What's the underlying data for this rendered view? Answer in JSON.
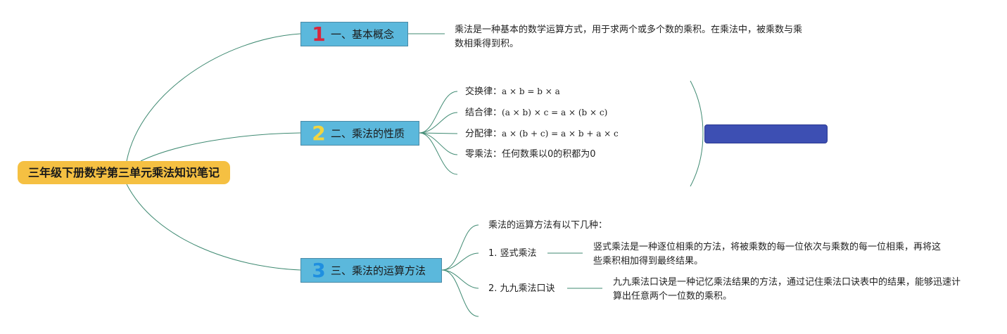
{
  "root": {
    "title": "三年级下册数学第三单元乘法知识笔记"
  },
  "branches": [
    {
      "number": "1",
      "number_color": "#d7263d",
      "label": "一、基本概念",
      "description": "乘法是一种基本的数学运算方式，用于求两个或多个数的乘积。在乘法中，被乘数与乘数相乘得到积。"
    },
    {
      "number": "2",
      "number_color": "#f2d541",
      "label": "二、乘法的性质",
      "items": [
        {
          "name": "交换律：",
          "formula": "a × b = b × a"
        },
        {
          "name": "结合律：",
          "formula": "(a × b) × c = a × (b × c)"
        },
        {
          "name": "分配律：",
          "formula": "a × (b + c) = a × b + a × c"
        },
        {
          "name": "零乘法：",
          "formula": "任何数乘以0的积都为0"
        }
      ],
      "summary_text": ""
    },
    {
      "number": "3",
      "number_color": "#1f8fe0",
      "label": "三、乘法的运算方法",
      "intro": "乘法的运算方法有以下几种：",
      "methods": [
        {
          "label": "1. 竖式乘法",
          "description": "竖式乘法是一种逐位相乘的方法，将被乘数的每一位依次与乘数的每一位相乘，再将这些乘积相加得到最终结果。"
        },
        {
          "label": "2. 九九乘法口诀",
          "description": "九九乘法口诀是一种记忆乘法结果的方法，通过记住乘法口诀表中的结果，能够迅速计算出任意两个一位数的乘积。"
        }
      ]
    }
  ],
  "colors": {
    "root_fill": "#f5c042",
    "branch_fill": "#5bb8dc",
    "connector": "#3f8a72",
    "summary_fill": "#3d4fb3"
  }
}
